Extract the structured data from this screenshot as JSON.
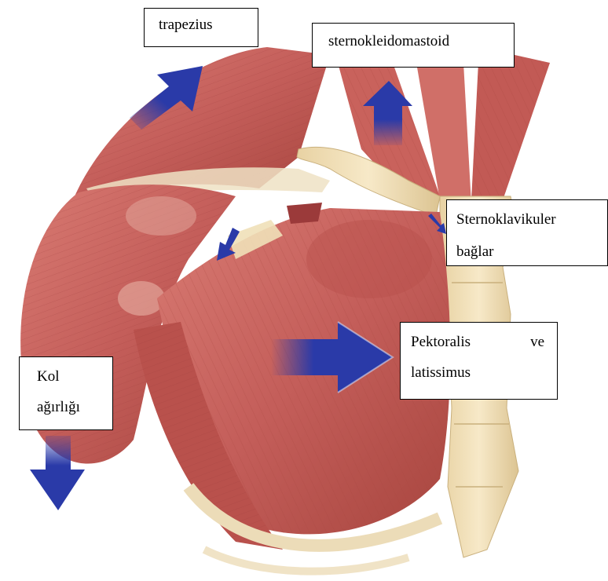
{
  "labels": {
    "trapezius": "trapezius",
    "sternocleidomastoid": "sternokleidomastoid",
    "sternoclavicular_line1": "Sternoklavikuler",
    "sternoclavicular_line2": "bağlar",
    "pectoralis_word1": "Pektoralis",
    "pectoralis_word2": "ve",
    "pectoralis_line2": "latissimus",
    "arm_line1": "Kol",
    "arm_line2": "ağırlığı"
  },
  "colors": {
    "muscle": "#c8625e",
    "muscle_dark": "#9e3c3c",
    "muscle_light": "#e39a90",
    "bone": "#f2dfb6",
    "bone_shadow": "#d8c08f",
    "arrow": "#2a3aa8"
  }
}
